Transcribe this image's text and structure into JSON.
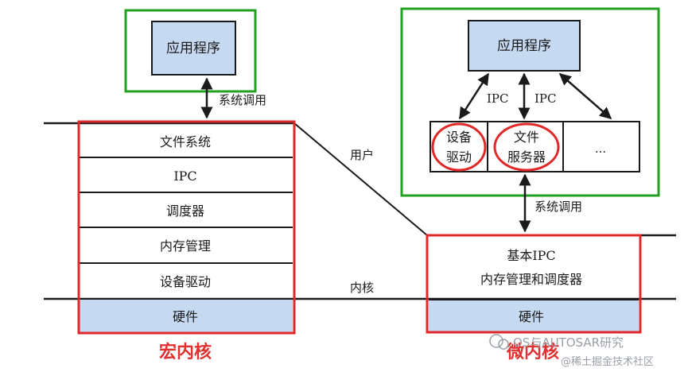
{
  "macro": {
    "app": "应用程序",
    "syscall": "系统调用",
    "layers": [
      "文件系统",
      "IPC",
      "调度器",
      "内存管理",
      "设备驱动"
    ],
    "hardware": "硬件",
    "caption": "宏内核"
  },
  "boundary": {
    "user": "用户",
    "kernel": "内核"
  },
  "micro": {
    "app": "应用程序",
    "ipc_left": "IPC",
    "ipc_right": "IPC",
    "servers": [
      {
        "line1": "设备",
        "line2": "驱动"
      },
      {
        "line1": "文件",
        "line2": "服务器"
      },
      {
        "line1": "...",
        "line2": ""
      }
    ],
    "syscall": "系统调用",
    "kernel_line1": "基本IPC",
    "kernel_line2": "内存管理和调度器",
    "hardware": "硬件",
    "caption": "微内核"
  },
  "watermark": {
    "line1": "OS与AUTOSAR研究",
    "line2": "@稀土掘金技术社区"
  },
  "colors": {
    "green": "#22a022",
    "red": "#e02828",
    "blue_fill": "#c5d9f1",
    "dark": "#1a1a1a"
  }
}
